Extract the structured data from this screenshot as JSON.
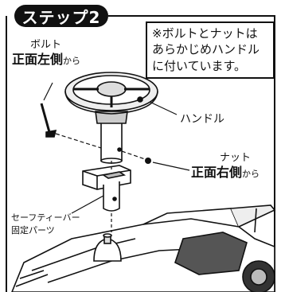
{
  "step": {
    "label": "ステップ2"
  },
  "note": {
    "lines": [
      "※ボルトとナットは",
      "あらかじめハンドル",
      "に付いています。"
    ]
  },
  "labels": {
    "bolt": "ボルト",
    "bolt_position": "正面左側",
    "bolt_from": "から",
    "handle": "ハンドル",
    "nut": "ナット",
    "nut_position": "正面右側",
    "nut_from": "から",
    "safety_part_line1": "セーフティーバー",
    "safety_part_line2": "固定パーツ"
  },
  "colors": {
    "ink": "#111111",
    "paper": "#ffffff",
    "shade": "#d6d6d6"
  }
}
